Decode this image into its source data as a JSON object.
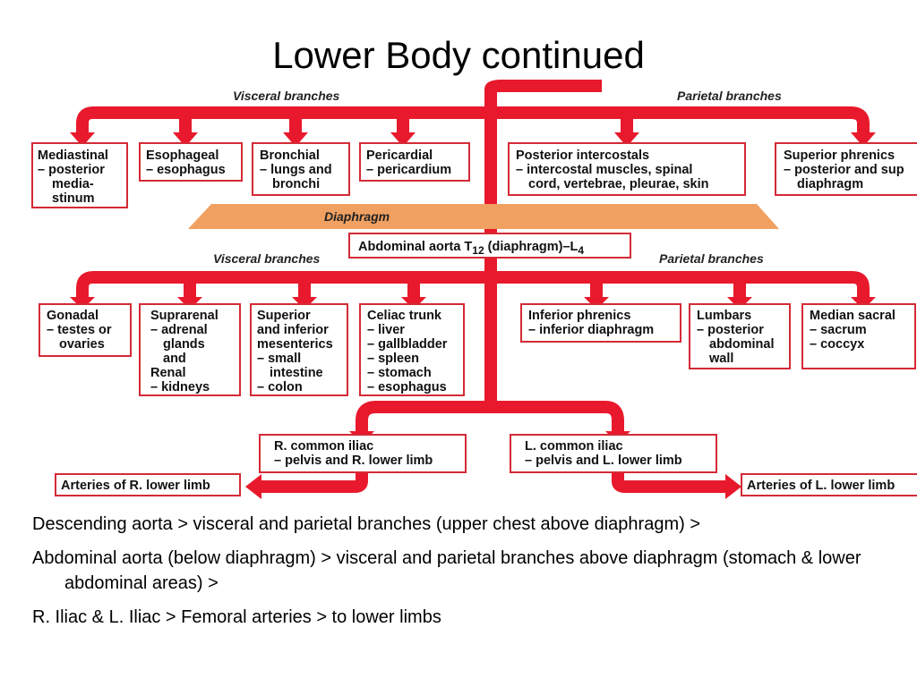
{
  "title": "Lower Body continued",
  "labels": {
    "visceral_upper": "Visceral branches",
    "parietal_upper": "Parietal branches",
    "diaphragm": "Diaphragm",
    "visceral_lower": "Visceral branches",
    "parietal_lower": "Parietal branches"
  },
  "aorta_label": {
    "prefix": "Abdominal aorta T",
    "sub1": "12",
    "middle": " (diaphragm)–L",
    "sub2": "4"
  },
  "upper_boxes": {
    "mediastinal": [
      "Mediastinal",
      "– posterior",
      "media-",
      "stinum"
    ],
    "esophageal": [
      "Esophageal",
      "– esophagus"
    ],
    "bronchial": [
      "Bronchial",
      "– lungs and",
      "bronchi"
    ],
    "pericardial": [
      "Pericardial",
      "– pericardium"
    ],
    "post_intercostals": [
      "Posterior intercostals",
      "– intercostal muscles, spinal",
      "cord, vertebrae, pleurae, skin"
    ],
    "sup_phrenics": [
      "Superior phrenics",
      "– posterior and sup",
      "diaphragm"
    ]
  },
  "lower_boxes": {
    "gonadal": [
      "Gonadal",
      "– testes or",
      "ovaries"
    ],
    "suprarenal": [
      "Suprarenal",
      "– adrenal",
      "glands",
      "and",
      "Renal",
      "– kidneys"
    ],
    "mesenterics": [
      "Superior",
      "and inferior",
      "mesenterics",
      "– small",
      "intestine",
      "– colon"
    ],
    "celiac": [
      "Celiac trunk",
      "– liver",
      "– gallbladder",
      "– spleen",
      "– stomach",
      "– esophagus"
    ],
    "inf_phrenics": [
      "Inferior phrenics",
      "– inferior diaphragm"
    ],
    "lumbars": [
      "Lumbars",
      "– posterior",
      "abdominal",
      "wall"
    ],
    "median_sacral": [
      "Median sacral",
      "– sacrum",
      "– coccyx"
    ]
  },
  "iliac_boxes": {
    "r_common": [
      "R. common iliac",
      "– pelvis and R. lower limb"
    ],
    "l_common": [
      "L. common iliac",
      "– pelvis and L. lower limb"
    ],
    "r_limb": "Arteries of R. lower limb",
    "l_limb": "Arteries of L. lower limb"
  },
  "bullets": [
    "Descending aorta > visceral and parietal branches (upper chest above diaphragm) >",
    "Abdominal aorta (below diaphragm) > visceral and parietal branches above diaphragm (stomach & lower abdominal areas) >",
    "R. Iliac & L. Iliac > Femoral arteries > to lower limbs"
  ],
  "colors": {
    "artery": "#e8192c",
    "box_border": "#d42a36",
    "diaphragm": "#f0a060"
  }
}
